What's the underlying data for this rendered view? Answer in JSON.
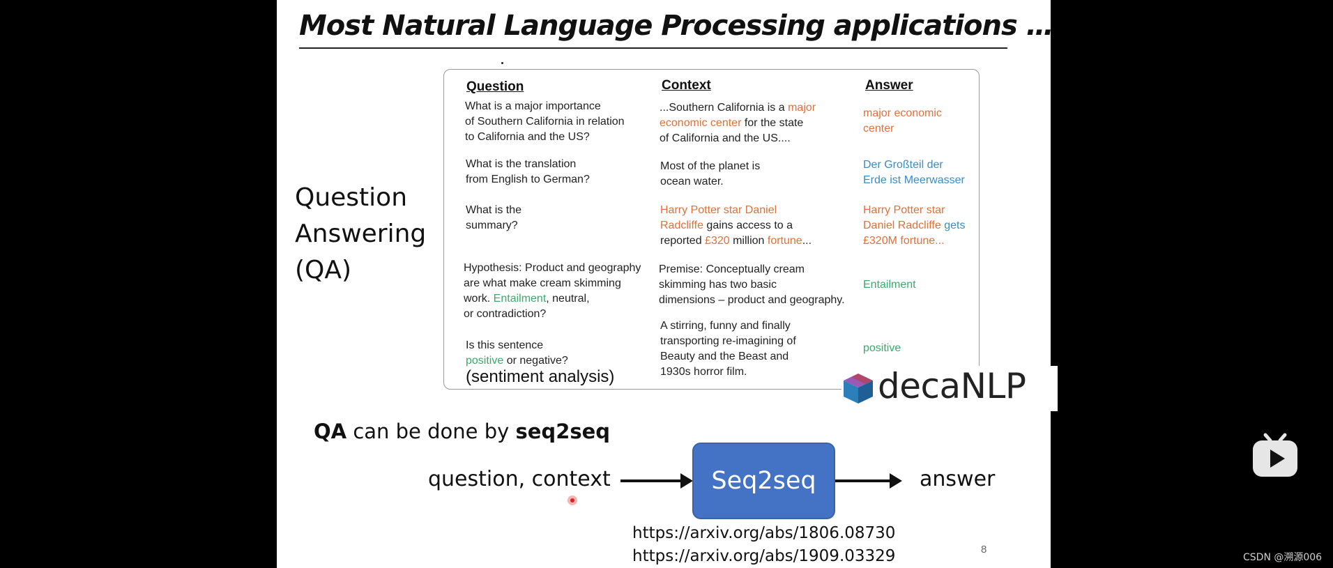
{
  "slide": {
    "title": "Most Natural Language Processing applications …",
    "stray_mark": ".",
    "qa_label": [
      "Question",
      "Answering",
      "(QA)"
    ],
    "table": {
      "headers": {
        "question": "Question",
        "context": "Context",
        "answer": "Answer"
      },
      "rows": [
        {
          "question": [
            [
              {
                "t": "What is a major importance"
              }
            ],
            [
              {
                "t": " of Southern California in relation"
              }
            ],
            [
              {
                "t": " to California and the US?"
              }
            ]
          ],
          "context": [
            [
              {
                "t": "...Southern California is a "
              },
              {
                "t": "major",
                "c": "orange"
              }
            ],
            [
              {
                "t": " economic center",
                "c": "orange"
              },
              {
                "t": " for the state"
              }
            ],
            [
              {
                "t": " of California and the US...."
              }
            ]
          ],
          "answer": [
            [
              {
                "t": "major economic",
                "c": "orange"
              }
            ],
            [
              {
                "t": "center",
                "c": "orange"
              }
            ]
          ]
        },
        {
          "question": [
            [
              {
                "t": "What is the translation"
              }
            ],
            [
              {
                "t": "from English to German?"
              }
            ]
          ],
          "context": [
            [
              {
                "t": "Most of the planet is"
              }
            ],
            [
              {
                "t": "ocean water."
              }
            ]
          ],
          "answer": [
            [
              {
                "t": "Der Großteil der",
                "c": "blue"
              }
            ],
            [
              {
                "t": "Erde ist Meerwasser",
                "c": "blue"
              }
            ]
          ]
        },
        {
          "question": [
            [
              {
                "t": "What is the"
              }
            ],
            [
              {
                "t": "summary?"
              }
            ]
          ],
          "context": [
            [
              {
                "t": "Harry Potter star Daniel",
                "c": "orange"
              }
            ],
            [
              {
                "t": "Radcliffe",
                "c": "orange"
              },
              {
                "t": " gains access to a"
              }
            ],
            [
              {
                "t": "reported "
              },
              {
                "t": "£320",
                "c": "orange"
              },
              {
                "t": " million "
              },
              {
                "t": "fortune",
                "c": "orange"
              },
              {
                "t": "..."
              }
            ]
          ],
          "answer": [
            [
              {
                "t": "Harry Potter star",
                "c": "orange"
              }
            ],
            [
              {
                "t": "Daniel Radcliffe",
                "c": "orange"
              },
              {
                "t": " gets",
                "c": "blue"
              }
            ],
            [
              {
                "t": "£320M fortune...",
                "c": "orange"
              }
            ]
          ]
        },
        {
          "question": [
            [
              {
                "t": "Hypothesis: Product and geography"
              }
            ],
            [
              {
                "t": "are what make cream  skimming"
              }
            ],
            [
              {
                "t": "work. "
              },
              {
                "t": "Entailment",
                "c": "green"
              },
              {
                "t": ", neutral,"
              }
            ],
            [
              {
                "t": "or contradiction?"
              }
            ]
          ],
          "context": [
            [
              {
                "t": "Premise: Conceptually cream"
              }
            ],
            [
              {
                "t": " skimming has two basic"
              }
            ],
            [
              {
                "t": "dimensions – product and geography."
              }
            ]
          ],
          "answer": [
            [
              {
                "t": "Entailment",
                "c": "green"
              }
            ]
          ]
        },
        {
          "question": [
            [
              {
                "t": "Is this sentence"
              }
            ],
            [
              {
                "t": "positive",
                "c": "green"
              },
              {
                "t": " or negative?"
              }
            ]
          ],
          "question_note": "(sentiment analysis)",
          "context": [
            [
              {
                "t": "A stirring, funny and finally"
              }
            ],
            [
              {
                "t": "transporting re-imagining of"
              }
            ],
            [
              {
                "t": "Beauty and the Beast and"
              }
            ],
            [
              {
                "t": "1930s horror film."
              }
            ]
          ],
          "answer": [
            [
              {
                "t": "positive",
                "c": "green"
              }
            ]
          ]
        }
      ]
    },
    "logo_text": "decaNLP",
    "seq_caption": {
      "bold1": "QA",
      "mid": " can be done by ",
      "bold2": "seq2seq"
    },
    "diagram": {
      "input": "question, context",
      "box": "Seq2seq",
      "output": "answer"
    },
    "links": [
      "https://arxiv.org/abs/1806.08730",
      "https://arxiv.org/abs/1909.03329"
    ],
    "page_number": "8"
  },
  "overlay": {
    "player_icon": "play-logo-icon",
    "watermark": "CSDN @溯源006"
  },
  "colors": {
    "orange": "#e0703a",
    "blue": "#3b8bc4",
    "green": "#3aaa6a",
    "box": "#4472c4"
  }
}
